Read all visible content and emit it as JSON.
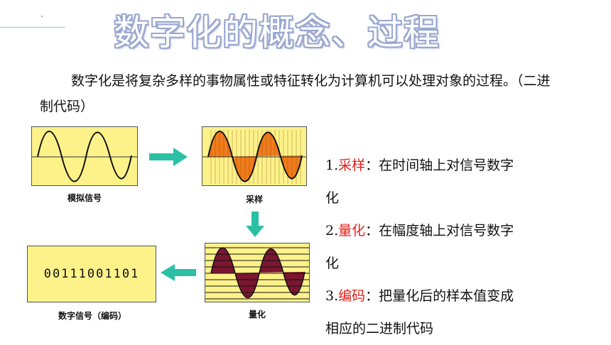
{
  "title": "数字化的概念、过程",
  "intro": "数字化是将复杂多样的事物属性或特征转化为计算机可以处理对象的过程。（二进制代码）",
  "diagram": {
    "analog_label": "模拟信号",
    "sampling_label": "采样",
    "quantization_label": "量化",
    "digital_label": "数字信号（编码）",
    "digital_code": "00111001101",
    "colors": {
      "panel_fill": "#fdf28a",
      "sampling_fill": "#f07c1c",
      "quantization_fill": "#7a1630",
      "arrow": "#2bbfa6"
    }
  },
  "steps": [
    {
      "number": "1.",
      "term": "采样",
      "desc_line1": "：在时间轴上对信号数字",
      "desc_line2": "化"
    },
    {
      "number": "2.",
      "term": "量化",
      "desc_line1": "：在幅度轴上对信号数字",
      "desc_line2": "化"
    },
    {
      "number": "3.",
      "term": "编码",
      "desc_line1": "：把量化后的样本值变成",
      "desc_line2": "相应的二进制代码"
    }
  ],
  "accent_color": "#e0201a"
}
